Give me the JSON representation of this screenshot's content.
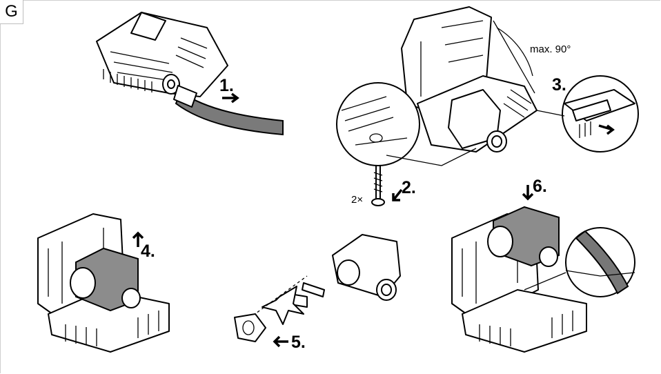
{
  "section": {
    "letter": "G"
  },
  "steps": [
    {
      "label": "1."
    },
    {
      "label": "2."
    },
    {
      "label": "3."
    },
    {
      "label": "4."
    },
    {
      "label": "5."
    },
    {
      "label": "6."
    }
  ],
  "annotations": {
    "angle": "max. 90°",
    "screw_count": "2×"
  }
}
